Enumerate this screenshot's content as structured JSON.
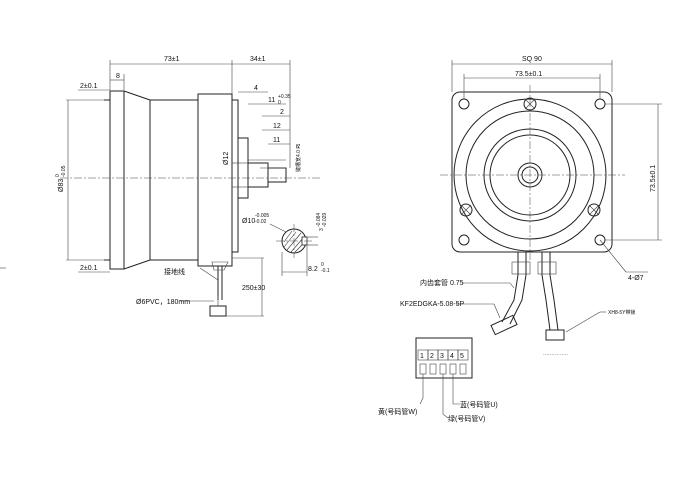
{
  "side_view": {
    "dim_length": "73±1",
    "dim_shaft_length": "34±1",
    "dim_flange_step_top": "2±0.1",
    "dim_flange_step_bottom": "2±0.1",
    "dim_8": "8",
    "dim_4": "4",
    "dim_11_tol": "11",
    "dim_11_tol_sup": "+0.35",
    "dim_11_tol_sub": "0",
    "dim_2": "2",
    "dim_12": "12",
    "dim_11": "11",
    "dim_pilot_dia": "Ø83",
    "dim_pilot_dia_sup": "0",
    "dim_pilot_dia_sub": "-0.05",
    "dim_shaft_dia": "Ø12",
    "key_note": "键槽宽4.0 P",
    "key_note_sub": "-1",
    "dim_shaft_sec_dia": "Ø10",
    "dim_shaft_sec_dia_sup": "-0.005",
    "dim_shaft_sec_dia_sub": "-0.02",
    "dim_keyway_depth": "3",
    "dim_keyway_depth_sup": "-0.084",
    "dim_keyway_depth_sub": "-0.029",
    "dim_flat": "8.2",
    "dim_flat_sup": "0",
    "dim_flat_sub": "-0.1",
    "ground_wire_label": "接地线",
    "cable_label": "Ø6PVC，180mm",
    "cable_length": "250±30"
  },
  "front_view": {
    "dim_square": "SQ 90",
    "dim_hole_spacing_h": "73.5±0.1",
    "dim_hole_spacing_v": "73.5±0.1",
    "dim_holes": "4-Ø7"
  },
  "connectors": {
    "sleeve_label": "内齿套管 0.75",
    "connector_left": "KF2EDGKA-5.08-5P",
    "connector_right": "XH8-5Y带锁",
    "pin_numbers": [
      "1",
      "2",
      "3",
      "4",
      "5"
    ],
    "wire_blue": "蓝(号码管U)",
    "wire_yellow": "黄(号码管W)",
    "wire_green": "绿(号码管V)"
  }
}
